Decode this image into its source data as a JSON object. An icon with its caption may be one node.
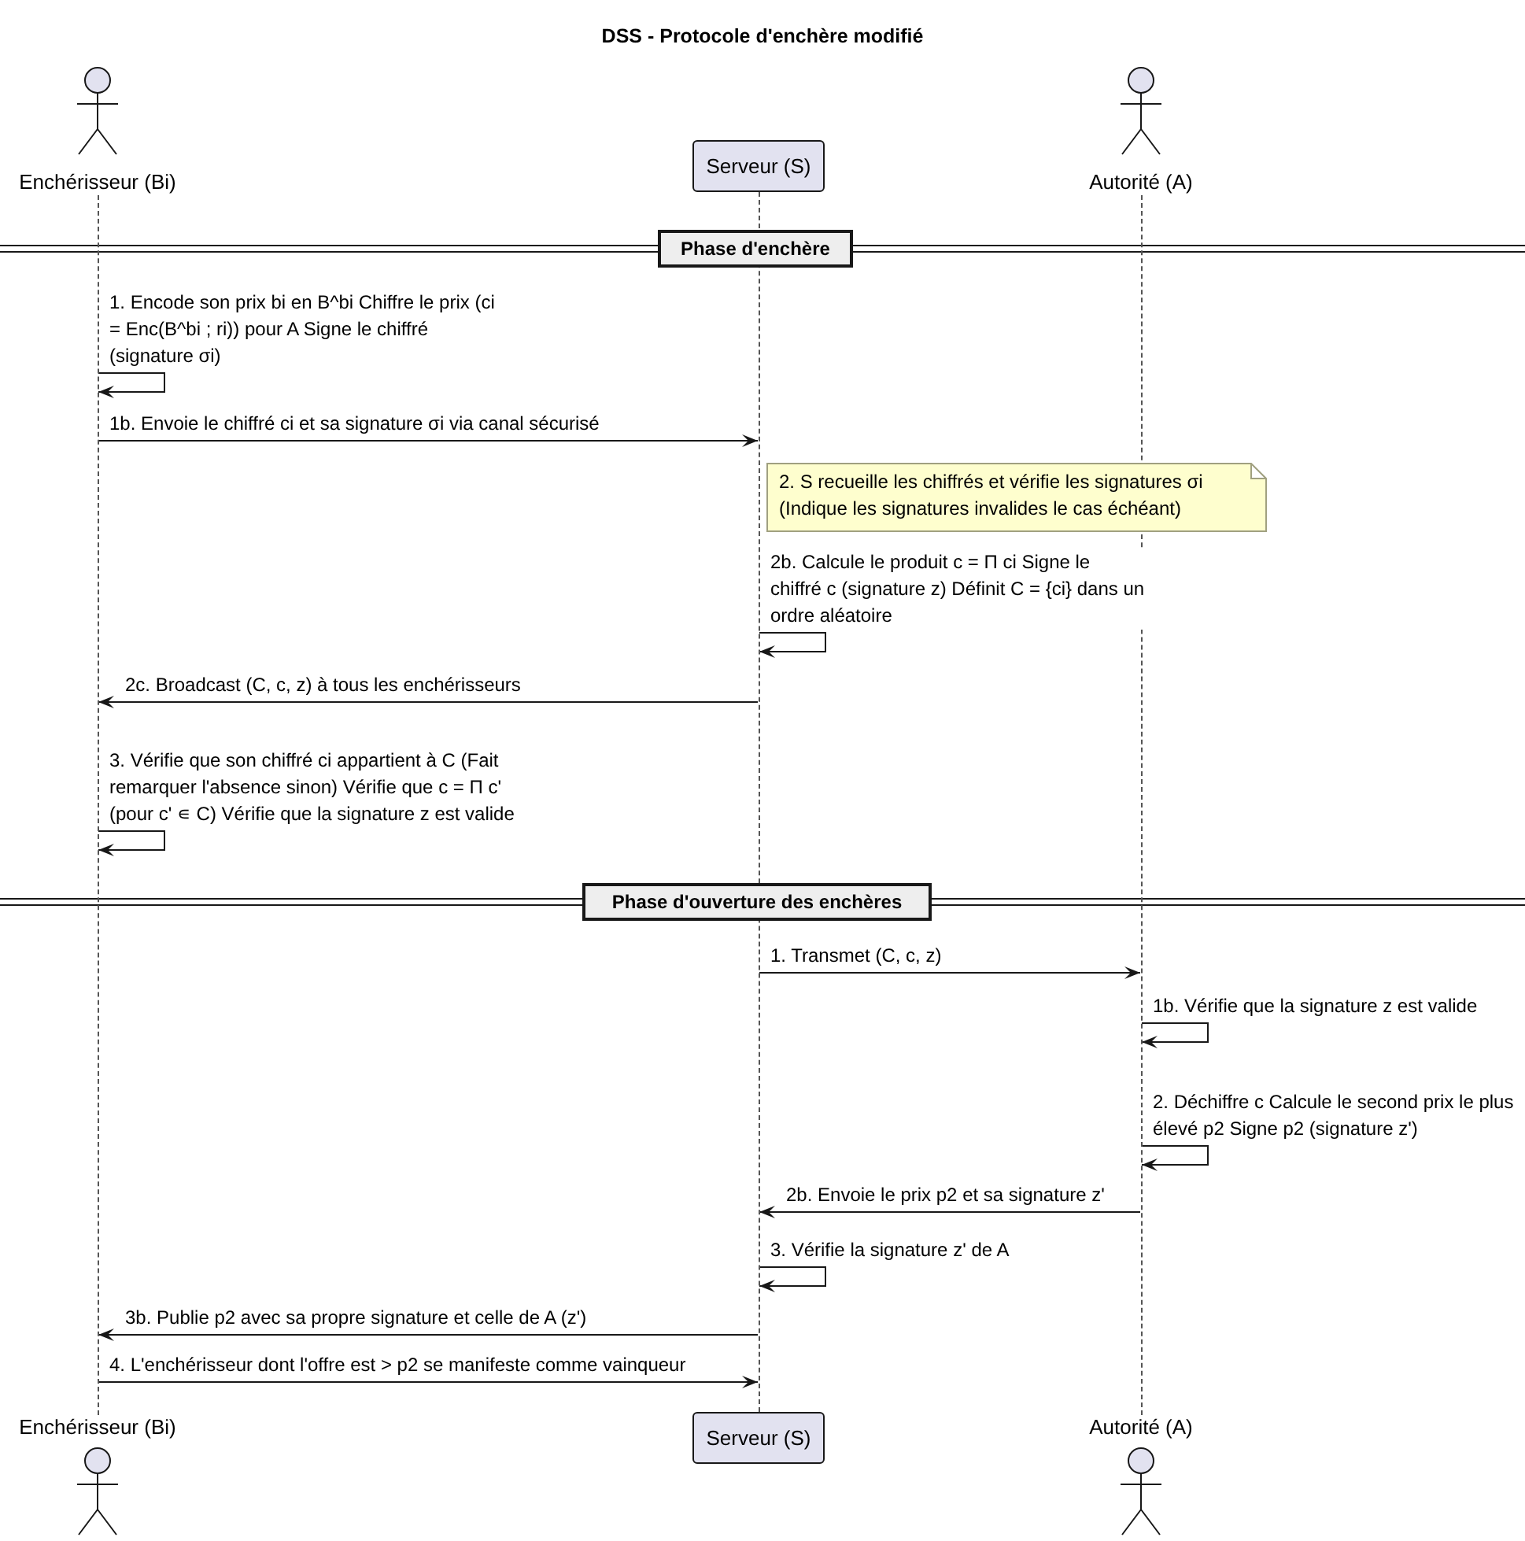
{
  "diagram": {
    "title": "DSS - Protocole d'enchère modifié",
    "nodes": [
      {
        "text": [
          "Enchérisseur (Bi)"
        ]
      },
      {
        "text": [
          "Serveur (S)"
        ]
      },
      {
        "text": [
          "Autorité (A)"
        ]
      },
      {
        "text": [
          "Enchérisseur (Bi)"
        ]
      },
      {
        "text": [
          "Serveur (S)"
        ]
      },
      {
        "text": [
          "Autorité (A)"
        ]
      },
      {
        "text": [],
        "shape": "line"
      },
      {
        "text": [],
        "shape": "line"
      },
      {
        "text": [],
        "shape": "line"
      },
      {
        "text": [
          "2. S recueille les chiffrés et vérifie les signatures σi (Indique les signatures invalides le cas échéant)"
        ]
      },
      {
        "text": [
          "Phase d'enchère"
        ]
      },
      {
        "text": [
          "Phase d'ouverture des enchères"
        ]
      }
    ],
    "edges": [
      {
        "from": 6,
        "to": 6,
        "arrow": "to",
        "label": "1. Encode son prix bi en B^bi Chiffre le prix (ci = Enc(B^bi ; ri)) pour A Signe le chiffré (signature σi)"
      },
      {
        "from": 6,
        "to": 7,
        "arrow": "to",
        "label": "1b. Envoie le chiffré ci et sa signature σi via canal sécurisé"
      },
      {
        "from": 7,
        "to": 7,
        "arrow": "to",
        "label": "2b. Calcule le produit c = Π ci Signe le chiffré c (signature z) Définit C = {ci} dans un ordre aléatoire"
      },
      {
        "from": 7,
        "to": 6,
        "arrow": "to",
        "label": "2c. Broadcast (C, c, z) à tous les enchérisseurs"
      },
      {
        "from": 6,
        "to": 6,
        "arrow": "to",
        "label": "3. Vérifie que son chiffré ci appartient à C (Fait remarquer l'absence sinon) Vérifie que c = Π c' (pour c' ∊ C) Vérifie que la signature z est valide"
      },
      {
        "from": 7,
        "to": 8,
        "arrow": "to",
        "label": "1. Transmet (C, c, z)"
      },
      {
        "from": 8,
        "to": 8,
        "arrow": "to",
        "label": "1b. Vérifie que la signature z est valide"
      },
      {
        "from": 8,
        "to": 8,
        "arrow": "to",
        "label": "2. Déchiffre c Calcule le second prix le plus élevé p2 Signe p2 (signature z')"
      },
      {
        "from": 8,
        "to": 7,
        "arrow": "to",
        "label": "2b. Envoie le prix p2 et sa signature z'"
      },
      {
        "from": 7,
        "to": 7,
        "arrow": "to",
        "label": "3. Vérifie la signature z' de A"
      },
      {
        "from": 7,
        "to": 6,
        "arrow": "to",
        "label": "3b. Publie p2 avec sa propre signature et celle de A (z')"
      },
      {
        "from": 6,
        "to": 7,
        "arrow": "to",
        "label": "4. L'enchérisseur dont l'offre est > p2 se manifeste comme vainqueur"
      }
    ]
  }
}
